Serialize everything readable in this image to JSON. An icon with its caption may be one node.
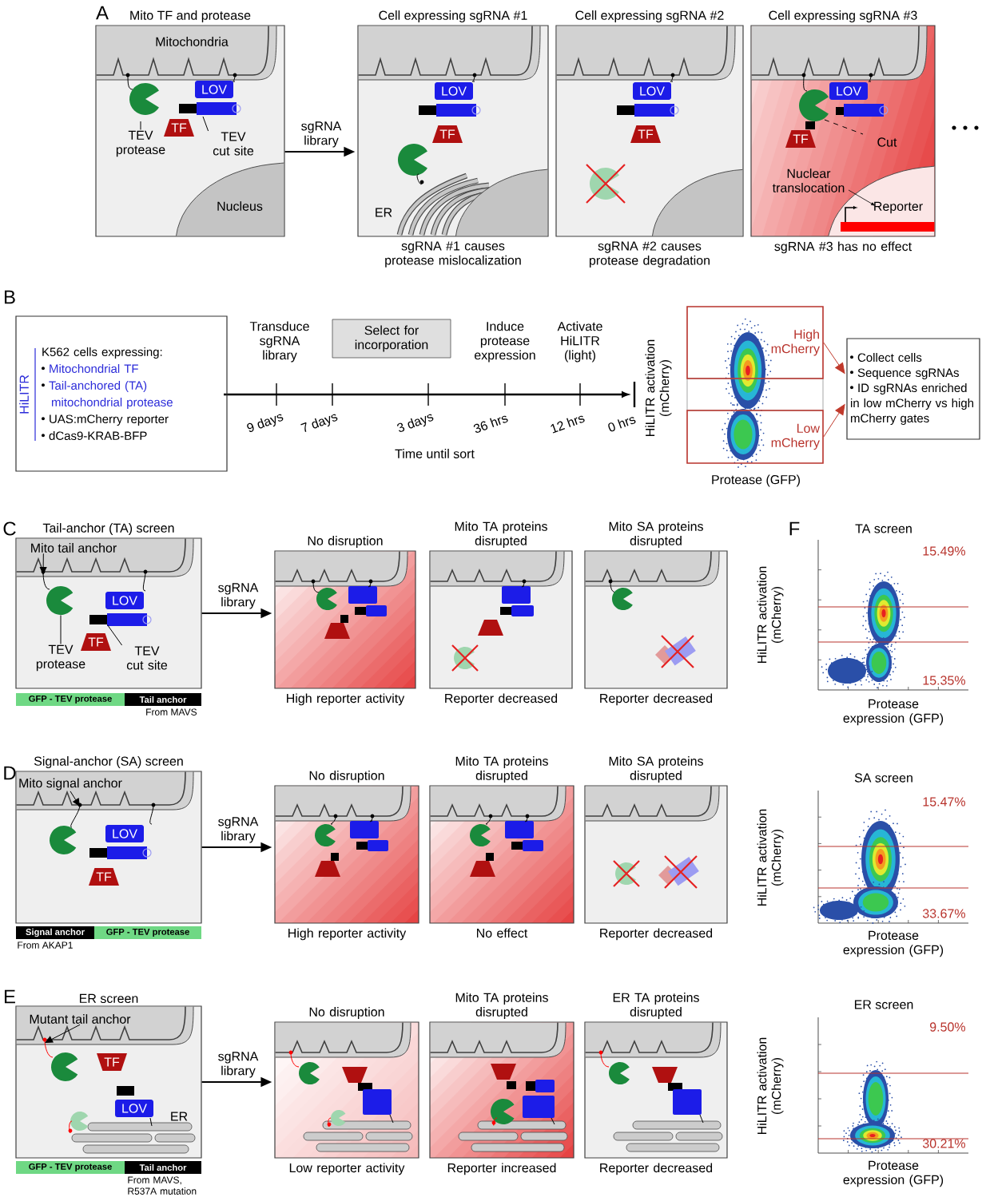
{
  "diagram": {
    "nodes": [
      {
        "text": [
          "Mito TF and protease"
        ]
      },
      {
        "text": [
          "LOV"
        ],
        "in": 0
      },
      {
        "text": [
          "TF"
        ],
        "in": 0
      },
      {
        "text": [
          "Cell expressing sgRNA #1"
        ],
        "beside": [
          "sgRNA #1 causes protease mislocalization"
        ]
      },
      {
        "text": [
          "LOV"
        ],
        "in": 3
      },
      {
        "text": [
          "TF"
        ],
        "in": 3
      },
      {
        "text": [
          "Cell expressing sgRNA #2"
        ],
        "beside": [
          "sgRNA #2 causes protease degradation"
        ]
      },
      {
        "text": [
          "LOV"
        ],
        "in": 6
      },
      {
        "text": [
          "TF"
        ],
        "in": 6
      },
      {
        "text": [
          "Cell expressing sgRNA #3"
        ],
        "beside": [
          "sgRNA #3 has no effect"
        ]
      },
      {
        "text": [
          "LOV"
        ],
        "in": 9
      },
      {
        "text": [
          "TF"
        ],
        "in": 9
      },
      {
        "text": [
          "K562 cells expressing:",
          "Mitochondrial TF",
          "Tail-anchored (TA) mitochondrial protease",
          "UAS:mCherry reporter",
          "dCas9-KRAB-BFP"
        ]
      },
      {
        "text": [
          "Select for incorporation"
        ]
      },
      {
        "text": [
          "High mCherry"
        ]
      },
      {
        "text": [
          "Low mCherry"
        ]
      },
      {
        "text": [
          "Collect cells",
          "Sequence sgRNAs",
          "ID sgRNAs enriched in low mCherry vs high mCherry gates"
        ]
      },
      {
        "text": [
          "Tail-anchor (TA) screen"
        ]
      },
      {
        "text": [
          "LOV"
        ],
        "in": 17
      },
      {
        "text": [
          "TF"
        ],
        "in": 17
      },
      {
        "text": [
          "No disruption"
        ],
        "beside": [
          "High reporter activity"
        ]
      },
      {
        "text": [
          "Mito TA proteins disrupted"
        ],
        "beside": [
          "Reporter decreased"
        ]
      },
      {
        "text": [
          "Mito SA proteins disrupted"
        ],
        "beside": [
          "Reporter decreased"
        ]
      },
      {
        "text": [
          "Signal-anchor (SA) screen"
        ]
      },
      {
        "text": [
          "LOV"
        ],
        "in": 23
      },
      {
        "text": [
          "TF"
        ],
        "in": 23
      },
      {
        "text": [
          "No disruption"
        ],
        "beside": [
          "High reporter activity"
        ]
      },
      {
        "text": [
          "Mito TA proteins disrupted"
        ],
        "beside": [
          "No effect"
        ]
      },
      {
        "text": [
          "Mito SA proteins disrupted"
        ],
        "beside": [
          "Reporter decreased"
        ]
      },
      {
        "text": [
          "ER screen"
        ]
      },
      {
        "text": [
          "TF"
        ],
        "in": 29
      },
      {
        "text": [
          "LOV"
        ],
        "in": 29
      },
      {
        "text": [
          "No disruption"
        ],
        "beside": [
          "Low reporter activity"
        ]
      },
      {
        "text": [
          "Mito TA proteins disrupted"
        ],
        "beside": [
          "Reporter increased"
        ]
      },
      {
        "text": [
          "ER TA proteins disrupted"
        ],
        "beside": [
          "Reporter decreased"
        ]
      },
      {
        "text": [
          "GFP - TEV protease"
        ]
      },
      {
        "text": [
          "Tail anchor"
        ],
        "beside": [
          "From MAVS"
        ]
      },
      {
        "text": [
          "Signal anchor"
        ],
        "beside": [
          "From AKAP1"
        ]
      },
      {
        "text": [
          "GFP - TEV protease"
        ]
      },
      {
        "text": [
          "GFP - TEV protease"
        ]
      },
      {
        "text": [
          "Tail anchor"
        ],
        "beside": [
          "From MAVS, R537A mutation"
        ]
      },
      {
        "text": [
          "TEV protease"
        ],
        "in": 0
      },
      {
        "text": [
          "TEV cut site"
        ],
        "in": 0
      },
      {
        "text": [
          "Mito tail anchor"
        ],
        "in": 17
      },
      {
        "text": [
          "TEV protease"
        ],
        "in": 17
      },
      {
        "text": [
          "TEV cut site"
        ],
        "in": 17
      },
      {
        "text": [
          "Mito signal anchor"
        ],
        "in": 23
      },
      {
        "text": [
          "Mutant tail anchor"
        ],
        "in": 29
      },
      {
        "text": [],
        "shape": "picture",
        "in": 17
      },
      {
        "text": [],
        "shape": "bar",
        "in": 17
      }
    ],
    "edges": [
      {
        "from": 0,
        "to": 3,
        "arrow": "to",
        "label": "sgRNA library"
      },
      {
        "from": 14,
        "to": 16,
        "arrow": "to",
        "color": "#c0392b"
      },
      {
        "from": 15,
        "to": 16,
        "arrow": "to",
        "color": "#c0392b"
      },
      {
        "from": 17,
        "to": 20,
        "arrow": "to",
        "label": "sgRNA library"
      },
      {
        "from": 23,
        "to": 26,
        "arrow": "to",
        "label": "sgRNA library"
      },
      {
        "from": 29,
        "to": 32,
        "arrow": "to",
        "label": "sgRNA library"
      },
      {
        "from": 41,
        "to": null,
        "arrow": "none"
      },
      {
        "from": 42,
        "to": null,
        "arrow": "none"
      },
      {
        "from": 43,
        "to": null,
        "arrow": "to"
      },
      {
        "from": 44,
        "to": 48,
        "arrow": "none"
      },
      {
        "from": 45,
        "to": 49,
        "arrow": "none"
      },
      {
        "from": 46,
        "to": null,
        "arrow": "to"
      },
      {
        "from": 47,
        "to": null,
        "arrow": "to"
      }
    ],
    "labels": [
      "A",
      "Mitochondria",
      "Nucleus",
      "ER",
      "Cut",
      "Nuclear translocation",
      "Reporter",
      "B",
      "HiLITR",
      "Transduce sgRNA library",
      "Induce protease expression",
      "Activate HiLITR (light)",
      "9 days",
      "7 days",
      "3 days",
      "36 hrs",
      "12 hrs",
      "0 hrs",
      "Time until sort",
      "HiLITR activation (mCherry)",
      "Protease (GFP)",
      "C",
      "F",
      "TA screen",
      "15.49%",
      "15.35%",
      "HiLITR activation (mCherry)",
      "Protease expression (GFP)",
      "D",
      "SA screen",
      "15.47%",
      "33.67%",
      "HiLITR activation (mCherry)",
      "Protease expression (GFP)",
      "E",
      "ER",
      "ER screen",
      "9.50%",
      "30.21%",
      "HiLITR activation (mCherry)",
      "Protease expression (GFP)"
    ]
  }
}
